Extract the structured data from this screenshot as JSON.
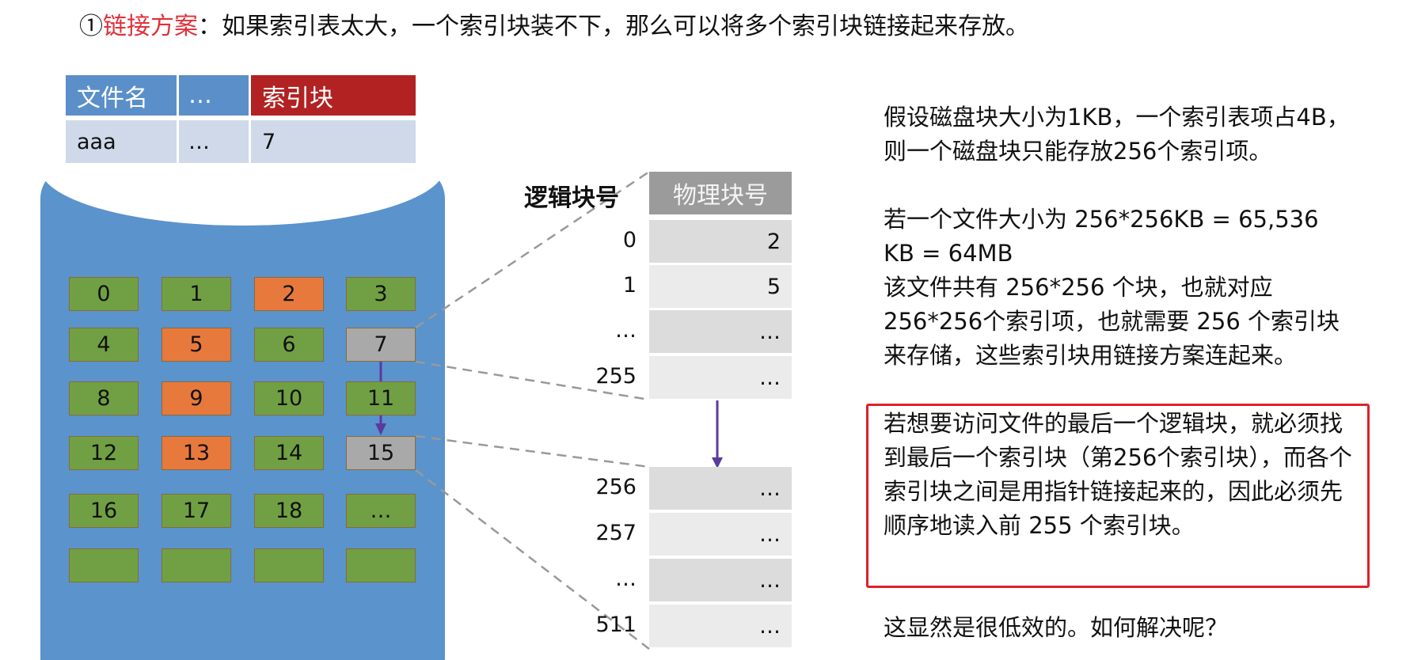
{
  "title": {
    "prefix": "①",
    "highlight": "链接方案",
    "rest": "：如果索引表太大，一个索引块装不下，那么可以将多个索引块链接起来存放。"
  },
  "file_table": {
    "headers": [
      "文件名",
      "…",
      "索引块"
    ],
    "row": [
      "aaa",
      "…",
      "7"
    ]
  },
  "disk_blocks": [
    {
      "label": "0",
      "color": "green"
    },
    {
      "label": "1",
      "color": "green"
    },
    {
      "label": "2",
      "color": "orange"
    },
    {
      "label": "3",
      "color": "green"
    },
    {
      "label": "4",
      "color": "green"
    },
    {
      "label": "5",
      "color": "orange"
    },
    {
      "label": "6",
      "color": "green"
    },
    {
      "label": "7",
      "color": "gray"
    },
    {
      "label": "8",
      "color": "green"
    },
    {
      "label": "9",
      "color": "orange"
    },
    {
      "label": "10",
      "color": "green"
    },
    {
      "label": "11",
      "color": "green"
    },
    {
      "label": "12",
      "color": "green"
    },
    {
      "label": "13",
      "color": "orange"
    },
    {
      "label": "14",
      "color": "green"
    },
    {
      "label": "15",
      "color": "gray"
    },
    {
      "label": "16",
      "color": "green"
    },
    {
      "label": "17",
      "color": "green"
    },
    {
      "label": "18",
      "color": "green"
    },
    {
      "label": "…",
      "color": "green"
    },
    {
      "label": "",
      "color": "green"
    },
    {
      "label": "",
      "color": "green"
    },
    {
      "label": "",
      "color": "green"
    },
    {
      "label": "",
      "color": "green"
    }
  ],
  "index_table": {
    "logical_header": "逻辑块号",
    "physical_header": "物理块号",
    "block1": [
      {
        "logical": "0",
        "physical": "2"
      },
      {
        "logical": "1",
        "physical": "5"
      },
      {
        "logical": "…",
        "physical": "…"
      },
      {
        "logical": "255",
        "physical": "…"
      }
    ],
    "block2": [
      {
        "logical": "256",
        "physical": "…"
      },
      {
        "logical": "257",
        "physical": "…"
      },
      {
        "logical": "…",
        "physical": "…"
      },
      {
        "logical": "511",
        "physical": "…"
      }
    ]
  },
  "explanation": {
    "p1": "假设磁盘块大小为1KB，一个索引表项占4B，则一个磁盘块只能存放256个索引项。",
    "p2": "若一个文件大小为 256*256KB = 65,536 KB = 64MB",
    "p3": "该文件共有 256*256 个块，也就对应256*256个索引项，也就需要 256 个索引块来存储，这些索引块用链接方案连起来。",
    "p4": "若想要访问文件的最后一个逻辑块，就必须找到最后一个索引块（第256个索引块），而各个索引块之间是用指针链接起来的，因此必须先顺序地读入前 255 个索引块。",
    "p5": "这显然是很低效的。如何解决呢？"
  },
  "colors": {
    "green": "#70a043",
    "orange": "#e8793c",
    "gray": "#a9a9a9",
    "disk": "#5b93cc",
    "highlight": "#e0202a",
    "arrow": "#5b3a9e"
  }
}
